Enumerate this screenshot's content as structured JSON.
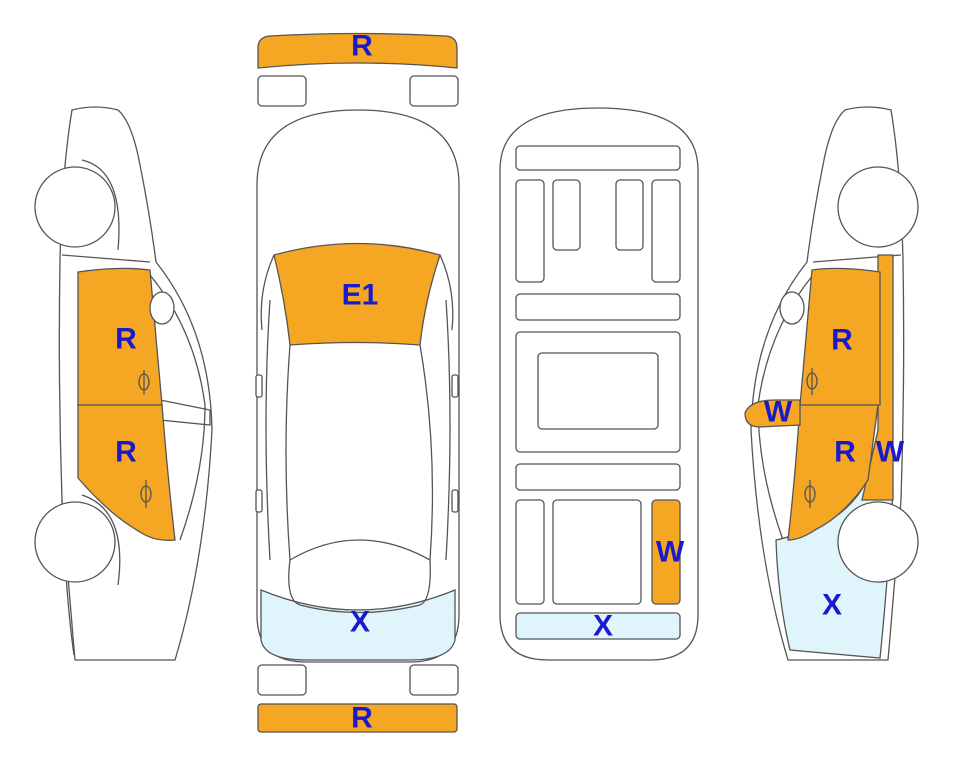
{
  "colors": {
    "damage_r": "#f5a623",
    "damage_e1": "#f5a623",
    "damage_w": "#f5a623",
    "damage_x": "#e0f5fb",
    "label": "#1a1acc",
    "outline": "#555555"
  },
  "labels": {
    "front_bumper": "R",
    "rear_bumper": "R",
    "hood": "E1",
    "top_rear": "X",
    "left_front_door": "R",
    "left_rear_door": "R",
    "interior_rear": "X",
    "interior_right_rear_seat": "W",
    "right_mirror": "W",
    "right_front_door": "R",
    "right_rear_door": "R",
    "right_pillar": "W",
    "right_rear_quarter": "X"
  }
}
